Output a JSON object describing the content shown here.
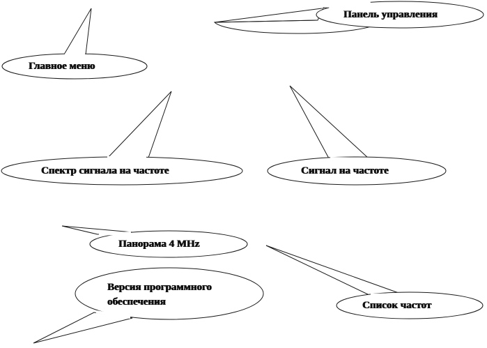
{
  "diagram": {
    "callouts": [
      {
        "id": "control-panel",
        "text": "Панель управления"
      },
      {
        "id": "main-menu",
        "text": "Главное меню"
      },
      {
        "id": "spectrum-at-frequency",
        "text": "Спектр сигнала на частоте"
      },
      {
        "id": "signal-at-frequency",
        "text": "Сигнал на частоте"
      },
      {
        "id": "panorama",
        "text": "Панорама 4 MHz"
      },
      {
        "id": "software-version",
        "text": "Версия программного обеспечения"
      },
      {
        "id": "frequency-list",
        "text": "Список частот"
      }
    ]
  },
  "colors": {
    "outline": "#1a1a1a",
    "fill": "#ffffff",
    "text": "#111111"
  }
}
